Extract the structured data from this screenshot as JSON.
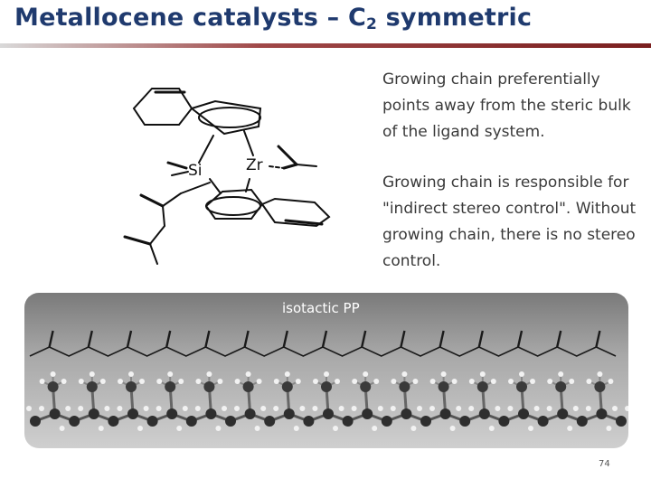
{
  "slide": {
    "title_main": "Metallocene catalysts – C",
    "title_sub": "2",
    "title_end": " symmetric",
    "page_number": "74"
  },
  "structure": {
    "si_label": "Si",
    "zr_label": "Zr"
  },
  "notes": {
    "p1": "Growing chain preferentially points away from the steric bulk of the ligand system.",
    "p2": "Growing chain is responsible for \"indirect stereo control\". Without growing chain, there is no stereo control."
  },
  "polymer": {
    "label": "isotactic PP"
  },
  "colors": {
    "title": "#1f3a6e",
    "rule_accent": "#7a1f1f",
    "text": "#3a3a3a"
  }
}
